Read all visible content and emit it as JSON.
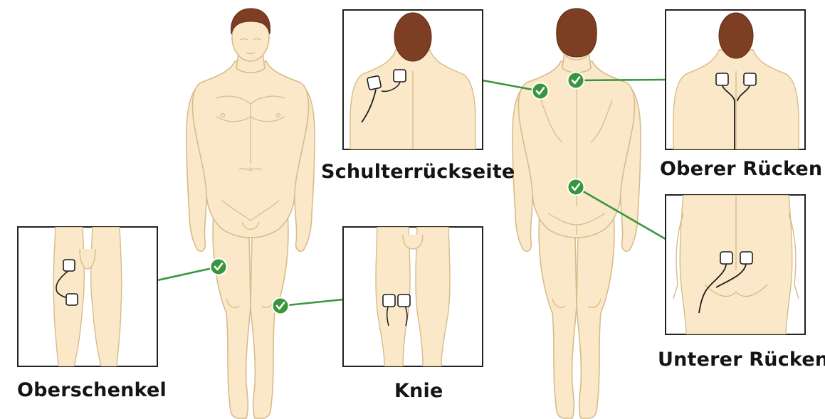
{
  "labels": {
    "oberschenkel": "Oberschenkel",
    "knie": "Knie",
    "schulterrueckseite": "Schulterrückseite",
    "oberer_ruecken": "Oberer Rücken",
    "unterer_ruecken": "Unterer Rücken"
  },
  "colors": {
    "skin": "#fbe8c8",
    "outline": "#d7bc8c",
    "hair": "#7d3e23",
    "accent_green": "#3a963c",
    "frame": "#222222",
    "electrode_wire": "#1d1d1d"
  },
  "icons": {
    "marker": "check-circle-icon",
    "electrode": "electrode-pad-icon"
  }
}
